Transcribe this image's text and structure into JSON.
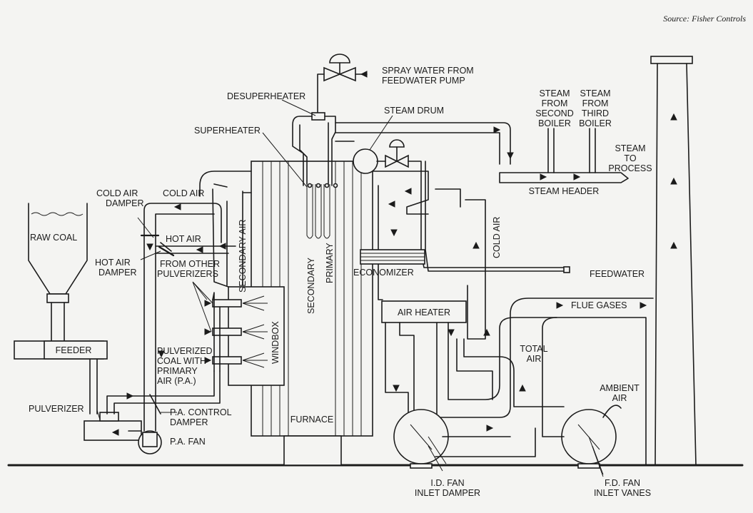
{
  "source": "Source: Fisher Controls",
  "labels": {
    "spray_water": [
      "SPRAY WATER FROM",
      "FEEDWATER PUMP"
    ],
    "desuperheater": "DESUPERHEATER",
    "steam_drum": "STEAM DRUM",
    "superheater": "SUPERHEATER",
    "steam_second_boiler": [
      "STEAM",
      "FROM",
      "SECOND",
      "BOILER"
    ],
    "steam_third_boiler": [
      "STEAM",
      "FROM",
      "THIRD",
      "BOILER"
    ],
    "steam_to_process": [
      "STEAM",
      "TO",
      "PROCESS"
    ],
    "steam_header": "STEAM HEADER",
    "cold_air_damper": [
      "COLD AIR",
      "DAMPER"
    ],
    "cold_air_top": "COLD AIR",
    "raw_coal": "RAW COAL",
    "hot_air": "HOT AIR",
    "hot_air_damper": [
      "HOT AIR",
      "DAMPER"
    ],
    "secondary_air": "SECONDARY AIR",
    "from_other_pulverizers": [
      "FROM OTHER",
      "PULVERIZERS"
    ],
    "secondary": "SECONDARY",
    "primary": "PRIMARY",
    "economizer": "ECONOMIZER",
    "cold_air_right": "COLD AIR",
    "feedwater": "FEEDWATER",
    "flue_gases": "FLUE GASES",
    "air_heater": "AIR HEATER",
    "windbox": "WINDBOX",
    "feeder": "FEEDER",
    "pulverized_coal": [
      "PULVERIZED",
      "COAL WITH",
      "PRIMARY",
      "AIR (P.A.)"
    ],
    "total_air": [
      "TOTAL",
      "AIR"
    ],
    "ambient_air": [
      "AMBIENT",
      "AIR"
    ],
    "pulverizer": "PULVERIZER",
    "pa_control_damper": [
      "P.A. CONTROL",
      "DAMPER"
    ],
    "furnace": "FURNACE",
    "pa_fan": "P.A. FAN",
    "id_fan": [
      "I.D. FAN",
      "INLET DAMPER"
    ],
    "fd_fan": [
      "F.D. FAN",
      "INLET VANES"
    ]
  }
}
